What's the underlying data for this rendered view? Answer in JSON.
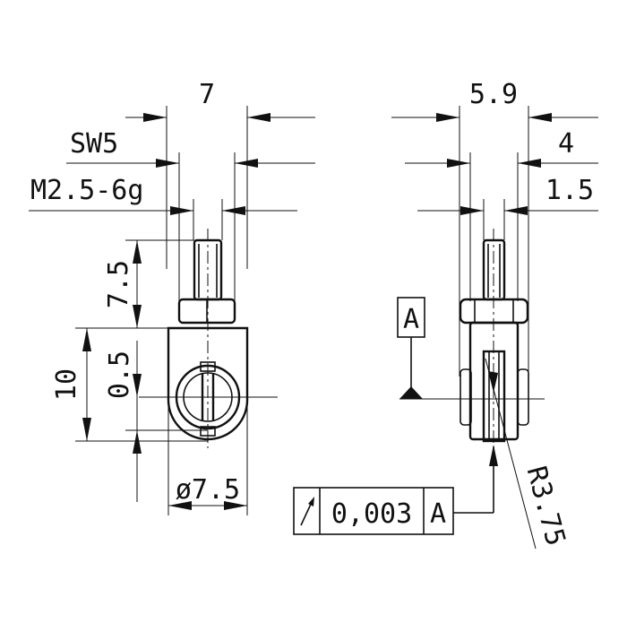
{
  "left_view": {
    "dim_width": "7",
    "dim_wrench": "SW5",
    "dim_thread": "M2.5-6g",
    "dim_thread_length": "7.5",
    "dim_height": "10",
    "dim_offset": "0.5",
    "dim_diameter": "ø7.5"
  },
  "right_view": {
    "dim_width": "5.9",
    "dim_outer": "4",
    "dim_slot": "1.5",
    "datum_label": "A",
    "dim_radius": "R3.75"
  },
  "tolerance_frame": {
    "symbol": "runout-arrow-icon",
    "value": "0,003",
    "datum": "A"
  }
}
